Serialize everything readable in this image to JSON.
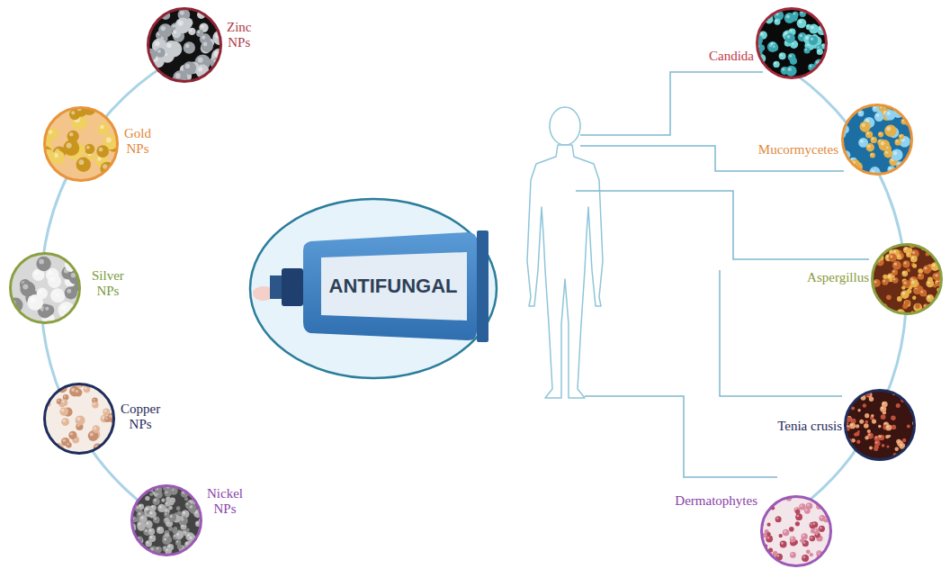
{
  "diagram": {
    "nodes": [
      {
        "text": [
          "Zinc NPs"
        ]
      },
      {
        "text": [
          "Gold NPs"
        ]
      },
      {
        "text": [
          "Silver NPs"
        ]
      },
      {
        "text": [
          "Copper NPs"
        ]
      },
      {
        "text": [
          "Nickel NPs"
        ]
      },
      {
        "text": [
          "ANTIFUNGAL"
        ]
      },
      {
        "text": [
          "Candida"
        ]
      },
      {
        "text": [
          "Mucormycetes"
        ]
      },
      {
        "text": [
          "Aspergillus"
        ]
      },
      {
        "text": [
          "Tenia crusis"
        ]
      },
      {
        "text": [
          "Dermatophytes"
        ]
      }
    ]
  }
}
